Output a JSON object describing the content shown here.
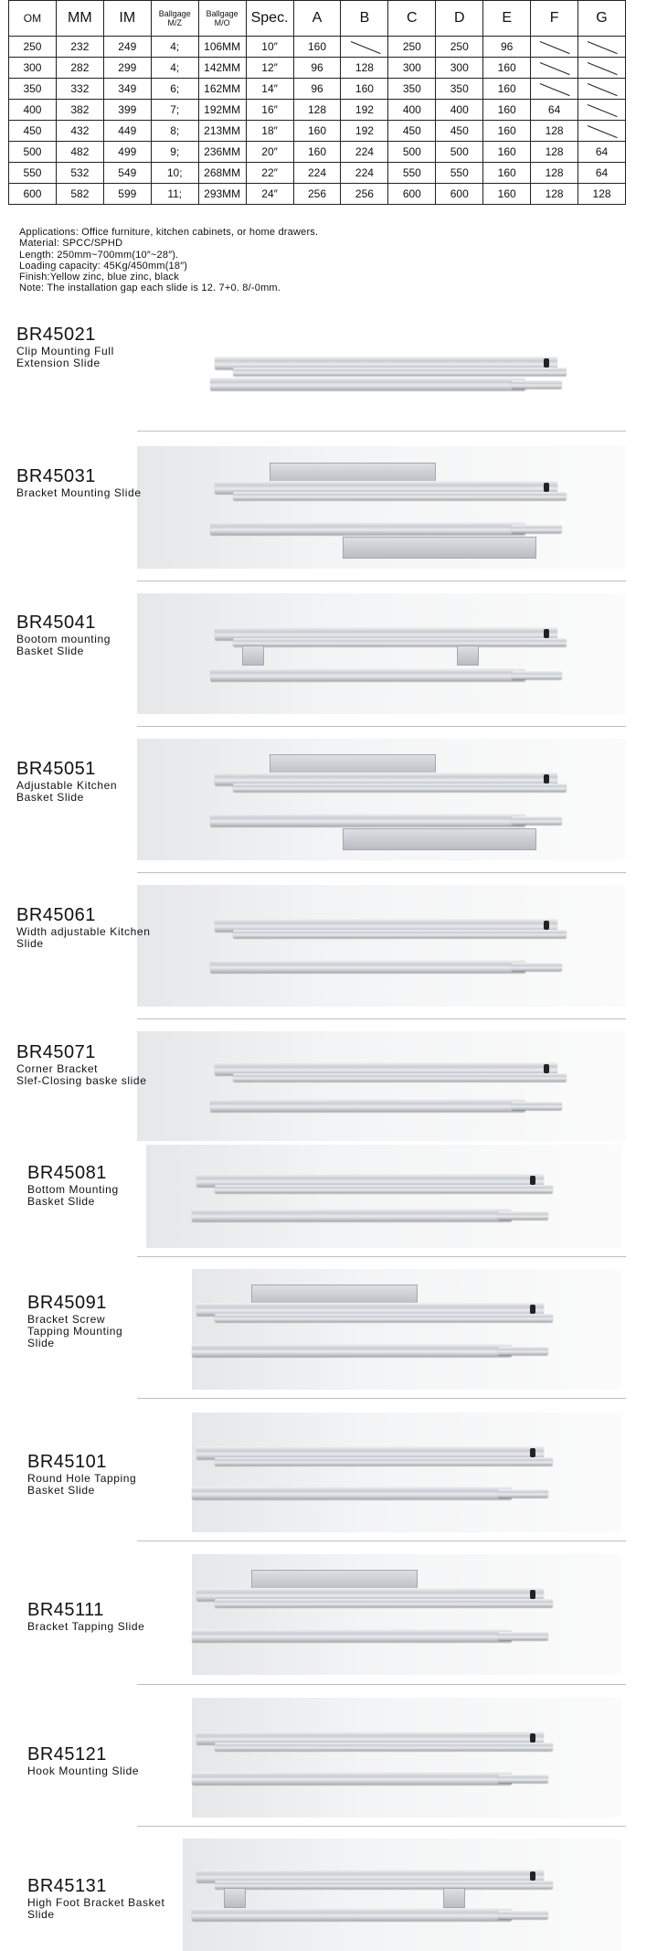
{
  "spec_table": {
    "headers": [
      "OM",
      "MM",
      "IM",
      "Ballgage M/Z",
      "Ballgage M/O",
      "Spec.",
      "A",
      "B",
      "C",
      "D",
      "E",
      "F",
      "G"
    ],
    "rows": [
      [
        "250",
        "232",
        "249",
        "4;",
        "106MM",
        "10″",
        "160",
        null,
        "250",
        "250",
        "96",
        null,
        null
      ],
      [
        "300",
        "282",
        "299",
        "4;",
        "142MM",
        "12″",
        "96",
        "128",
        "300",
        "300",
        "160",
        null,
        null
      ],
      [
        "350",
        "332",
        "349",
        "6;",
        "162MM",
        "14″",
        "96",
        "160",
        "350",
        "350",
        "160",
        null,
        null
      ],
      [
        "400",
        "382",
        "399",
        "7;",
        "192MM",
        "16″",
        "128",
        "192",
        "400",
        "400",
        "160",
        "64",
        null
      ],
      [
        "450",
        "432",
        "449",
        "8;",
        "213MM",
        "18″",
        "160",
        "192",
        "450",
        "450",
        "160",
        "128",
        null
      ],
      [
        "500",
        "482",
        "499",
        "9;",
        "236MM",
        "20″",
        "160",
        "224",
        "500",
        "500",
        "160",
        "128",
        "64"
      ],
      [
        "550",
        "532",
        "549",
        "10;",
        "268MM",
        "22″",
        "224",
        "224",
        "550",
        "550",
        "160",
        "128",
        "64"
      ],
      [
        "600",
        "582",
        "599",
        "11;",
        "293MM",
        "24″",
        "256",
        "256",
        "600",
        "600",
        "160",
        "128",
        "128"
      ]
    ]
  },
  "notes": [
    "Applications: Office furniture, kitchen cabinets, or home drawers.",
    "Material: SPCC/SPHD",
    "Length: 250mm~700mm(10″~28″).",
    "Loading capacity: 45Kg/450mm(18″)",
    "Finish:Yellow zinc, blue zinc, black",
    "Note: The installation gap each slide is 12. 7+0. 8/-0mm."
  ],
  "products": [
    {
      "code": "BR45021",
      "desc": [
        "Clip Mounting Full",
        "Extension Slide"
      ]
    },
    {
      "code": "BR45031",
      "desc": [
        "Bracket Mounting Slide"
      ]
    },
    {
      "code": "BR45041",
      "desc": [
        "Bootom mounting",
        "Basket Slide"
      ]
    },
    {
      "code": "BR45051",
      "desc": [
        "Adjustable Kitchen",
        "Basket Slide"
      ]
    },
    {
      "code": "BR45061",
      "desc": [
        "Width adjustable Kitchen",
        "Slide"
      ]
    },
    {
      "code": "BR45071",
      "desc": [
        "Corner Bracket",
        "Slef-Closing baske slide"
      ]
    },
    {
      "code": "BR45081",
      "desc": [
        "Bottom Mounting",
        "Basket Slide"
      ]
    },
    {
      "code": "BR45091",
      "desc": [
        "Bracket Screw",
        "Tapping Mounting",
        "Slide"
      ]
    },
    {
      "code": "BR45101",
      "desc": [
        "Round Hole Tapping",
        "Basket Slide"
      ]
    },
    {
      "code": "BR45111",
      "desc": [
        "Bracket Tapping Slide"
      ]
    },
    {
      "code": "BR45121",
      "desc": [
        "Hook Mounting Slide"
      ]
    },
    {
      "code": "BR45131",
      "desc": [
        "High Foot Bracket Basket",
        "Slide"
      ]
    }
  ]
}
